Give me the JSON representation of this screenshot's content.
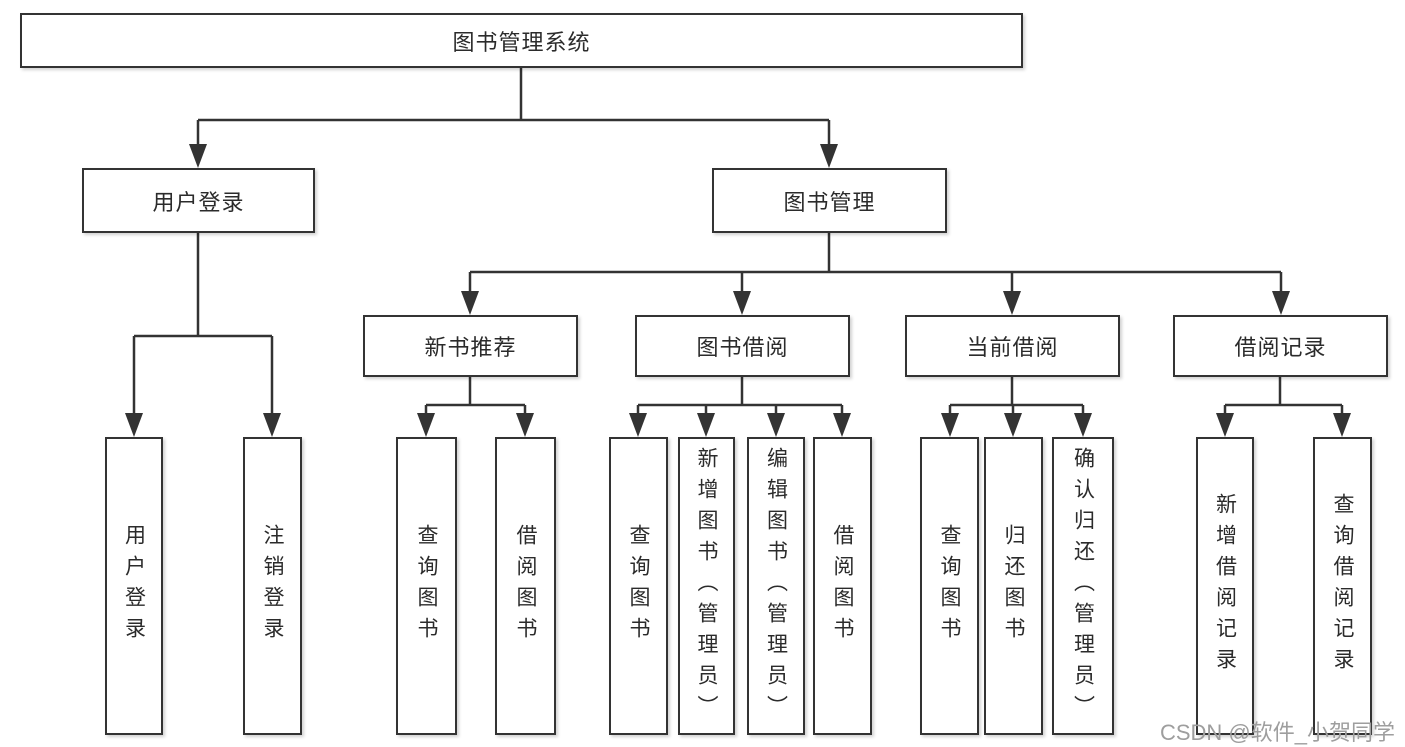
{
  "diagram": {
    "type": "tree",
    "root": {
      "label": "图书管理系统",
      "children": [
        {
          "label": "用户登录",
          "children": [
            {
              "label": "用户登录"
            },
            {
              "label": "注销登录"
            }
          ]
        },
        {
          "label": "图书管理",
          "children": [
            {
              "label": "新书推荐",
              "children": [
                {
                  "label": "查询图书"
                },
                {
                  "label": "借阅图书"
                }
              ]
            },
            {
              "label": "图书借阅",
              "children": [
                {
                  "label": "查询图书"
                },
                {
                  "label": "新增图书（管理员）"
                },
                {
                  "label": "编辑图书（管理员）"
                },
                {
                  "label": "借阅图书"
                }
              ]
            },
            {
              "label": "当前借阅",
              "children": [
                {
                  "label": "查询图书"
                },
                {
                  "label": "归还图书"
                },
                {
                  "label": "确认归还（管理员）"
                }
              ]
            },
            {
              "label": "借阅记录",
              "children": [
                {
                  "label": "新增借阅记录"
                },
                {
                  "label": "查询借阅记录"
                }
              ]
            }
          ]
        }
      ]
    }
  },
  "watermark": {
    "text": "CSDN @软件_小贺同学"
  },
  "colors": {
    "line": "#333333",
    "box_border": "#333333",
    "box_background": "#ffffff",
    "text": "#2b2b2b",
    "watermark": "#9e9e9e",
    "background": "#ffffff"
  }
}
